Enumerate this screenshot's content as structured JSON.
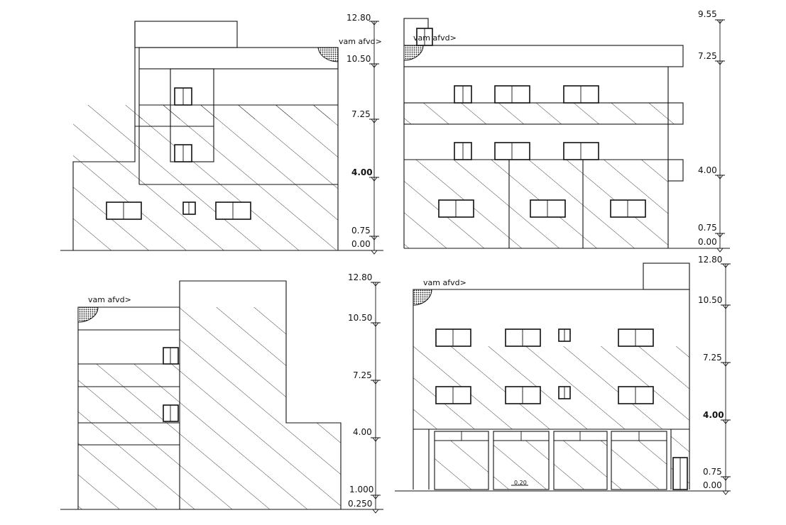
{
  "drawing": {
    "elevations": [
      {
        "id": "elev-1",
        "ann": "vam afvd>",
        "levels": [
          "12.80",
          "10.50",
          "7.25",
          "4.00",
          "0.75",
          "0.00"
        ]
      },
      {
        "id": "elev-2",
        "ann": "vam afvd>",
        "levels": [
          "9.55",
          "7.25",
          "4.00",
          "0.75",
          "0.00"
        ]
      },
      {
        "id": "elev-3",
        "ann": "vam afvd>",
        "levels": [
          "12.80",
          "10.50",
          "7.25",
          "4.00",
          "1.000",
          "0.250"
        ]
      },
      {
        "id": "elev-4",
        "ann": "vam afvd>",
        "levels": [
          "12.80",
          "10.50",
          "7.25",
          "4.00",
          "0.75",
          "0.00"
        ],
        "note": "0.20"
      }
    ]
  }
}
